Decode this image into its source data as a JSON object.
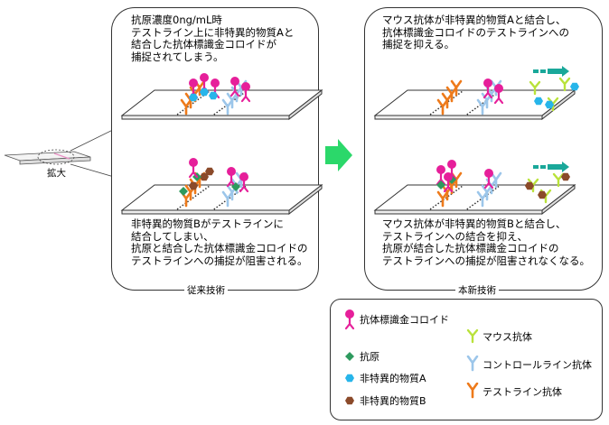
{
  "strip_label": "拡大",
  "left_panel": {
    "top_text": "抗原濃度0ng/mL時\nテストライン上に非特異的物質Aと\n結合した抗体標識金コロイドが\n捕捉されてしまう。",
    "bottom_text": "非特異的物質Bがテストラインに\n結合してしまい、\n抗原と結合した抗体標識金コロイドの\nテストラインへの捕捉が阻害される。",
    "caption": "従来技術"
  },
  "right_panel": {
    "top_text": "マウス抗体が非特異的物質Aと結合し、\n抗体標識金コロイドのテストラインへの\n捕捉を抑える。",
    "bottom_text": "マウス抗体が非特異的物質Bと結合し、\nテストラインへの結合を抑え、\n抗原が結合した抗体標識金コロイドの\nテストラインへの捕捉が阻害されなくなる。",
    "caption": "本新技術"
  },
  "legend": {
    "gold_colloid": "抗体標識金コロイド",
    "antigen": "抗原",
    "substance_a": "非特異的物質A",
    "substance_b": "非特異的物質B",
    "mouse_antibody": "マウス抗体",
    "control_antibody": "コントロールライン抗体",
    "test_antibody": "テストライン抗体"
  },
  "colors": {
    "gold_colloid": "#e61f9a",
    "antigen": "#2e9a5e",
    "substance_a": "#27b5ea",
    "substance_b": "#8b4a2a",
    "mouse_antibody": "#b9e23a",
    "control_antibody": "#9cc6ea",
    "test_antibody": "#ee7a1a",
    "arrow_green": "#2bd86a",
    "flow_arrow": "#1aa89a"
  }
}
